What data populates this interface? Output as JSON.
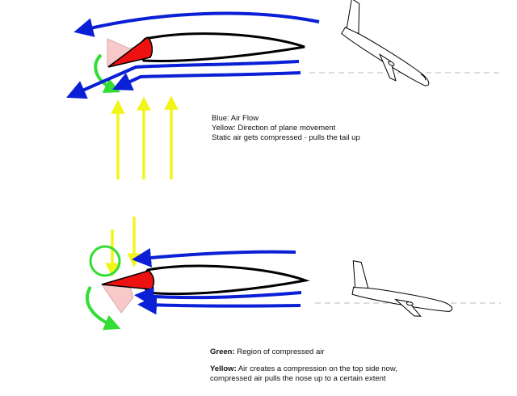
{
  "colors": {
    "airflow": "#0a1fd6",
    "movement": "#f2f51a",
    "compression": "#33dd33",
    "spoiler": "#ee1111",
    "wedge": "#f7c9c9",
    "wing_outline": "#000000"
  },
  "legend_top": {
    "line1": "Blue: Air Flow",
    "line2": "Yellow: Direction of plane movement",
    "line3": "Static air gets compressed - pulls the tail up"
  },
  "legend_bottom": {
    "green_label": "Green:",
    "green_text": " Region of compressed air",
    "yellow_label": "Yellow:",
    "yellow_text_1": " Air creates a compression on the top side now,",
    "yellow_text_2": "compressed air pulls the nose up to a certain extent"
  },
  "icons": [
    "airplane-icon",
    "airplane-icon"
  ]
}
